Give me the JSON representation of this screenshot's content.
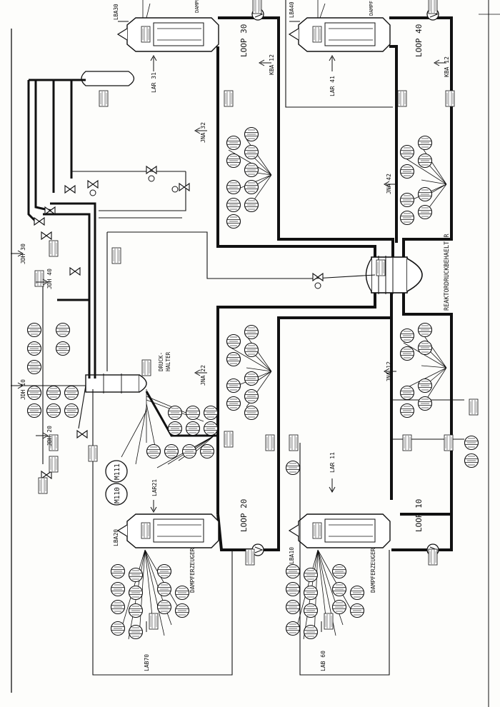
{
  "labels": {
    "loop10": "LOOP 10",
    "loop20": "LOOP 20",
    "loop30": "LOOP 30",
    "loop40": "LOOP 40",
    "rdb": "REAKTORDRUCKBEHAELTER",
    "dampf_left": "DAMPFERZEUGER",
    "dampf_right": "DAMPFERZEUGER",
    "dampf_top_left": "DAMPF",
    "dampf_top_right": "DAMPF",
    "druckhalter_1": "DRUCK-",
    "druckhalter_2": "HALTER",
    "m110": "M110",
    "m111": "M111",
    "lba30": "LBA30",
    "lba40": "LBA40",
    "lba20": "LBA20",
    "lba10": "LBA10",
    "lar31": "LAR 31",
    "lar41": "LAR 41",
    "lar21": "LAR21",
    "lar11": "LAR 11",
    "lab70": "LAB70",
    "lab60": "LAB 60",
    "kba12a": "KBA 12",
    "kba12b": "KBA 12",
    "jna32": "JNA 32",
    "jna42": "JNA 42",
    "jna22": "JNA 22",
    "jna12": "JNA 12",
    "jdh30": "JDH 30",
    "jdh40": "JDH 40",
    "jdh10": "JDH 10",
    "jdh20": "JDH 20"
  }
}
